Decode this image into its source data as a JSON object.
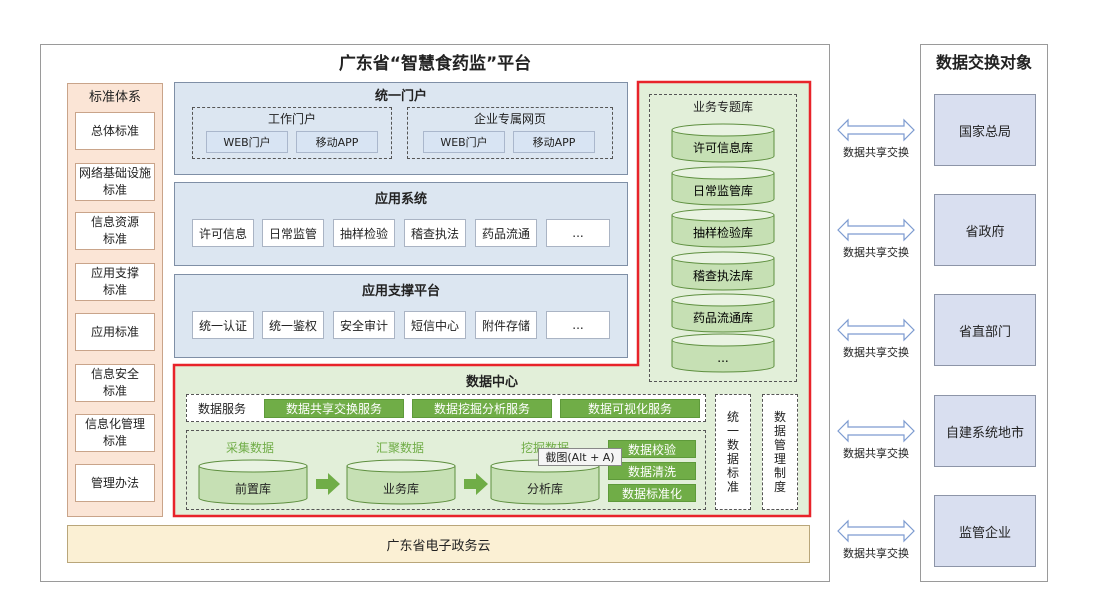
{
  "platform": {
    "title": "广东省“智慧食药监”平台",
    "standards": {
      "title": "标准体系",
      "items": [
        "总体标准",
        "网络基础设施\n标准",
        "信息资源\n标准",
        "应用支撑\n标准",
        "应用标准",
        "信息安全\n标准",
        "信息化管理\n标准",
        "管理办法"
      ]
    },
    "portal": {
      "title": "统一门户",
      "work": {
        "title": "工作门户",
        "items": [
          "WEB门户",
          "移动APP"
        ]
      },
      "enterprise": {
        "title": "企业专属网页",
        "items": [
          "WEB门户",
          "移动APP"
        ]
      }
    },
    "apps": {
      "title": "应用系统",
      "items": [
        "许可信息",
        "日常监管",
        "抽样检验",
        "稽查执法",
        "药品流通",
        "..."
      ]
    },
    "support": {
      "title": "应用支撑平台",
      "items": [
        "统一认证",
        "统一鉴权",
        "安全审计",
        "短信中心",
        "附件存储",
        "..."
      ]
    },
    "topic_db": {
      "title": "业务专题库",
      "items": [
        "许可信息库",
        "日常监管库",
        "抽样检验库",
        "稽查执法库",
        "药品流通库",
        "..."
      ]
    },
    "data_center": {
      "title": "数据中心",
      "services_label": "数据服务",
      "services": [
        "数据共享交换服务",
        "数据挖掘分析服务",
        "数据可视化服务"
      ],
      "stages": [
        {
          "label": "采集数据",
          "db": "前置库"
        },
        {
          "label": "汇聚数据",
          "db": "业务库"
        },
        {
          "label": "挖掘数据",
          "db": "分析库"
        }
      ],
      "processing": [
        "数据校验",
        "数据清洗",
        "数据标准化"
      ],
      "std_col": "统\n一\n数\n据\n标\n准",
      "mgmt_col": "数\n据\n管\n理\n制\n度"
    },
    "cloud": "广东省电子政务云",
    "tooltip": "截图(Alt + A)"
  },
  "exchange": {
    "title": "数据交换对象",
    "items": [
      "国家总局",
      "省政府",
      "省直部门",
      "自建系统地市",
      "监管企业"
    ],
    "arrow_label": "数据共享交换"
  },
  "colors": {
    "highlight_border": "#e8232a",
    "green": "#70ad47",
    "standards_bg": "#fbe5d6",
    "cloud_bg": "#fbf0d4"
  }
}
